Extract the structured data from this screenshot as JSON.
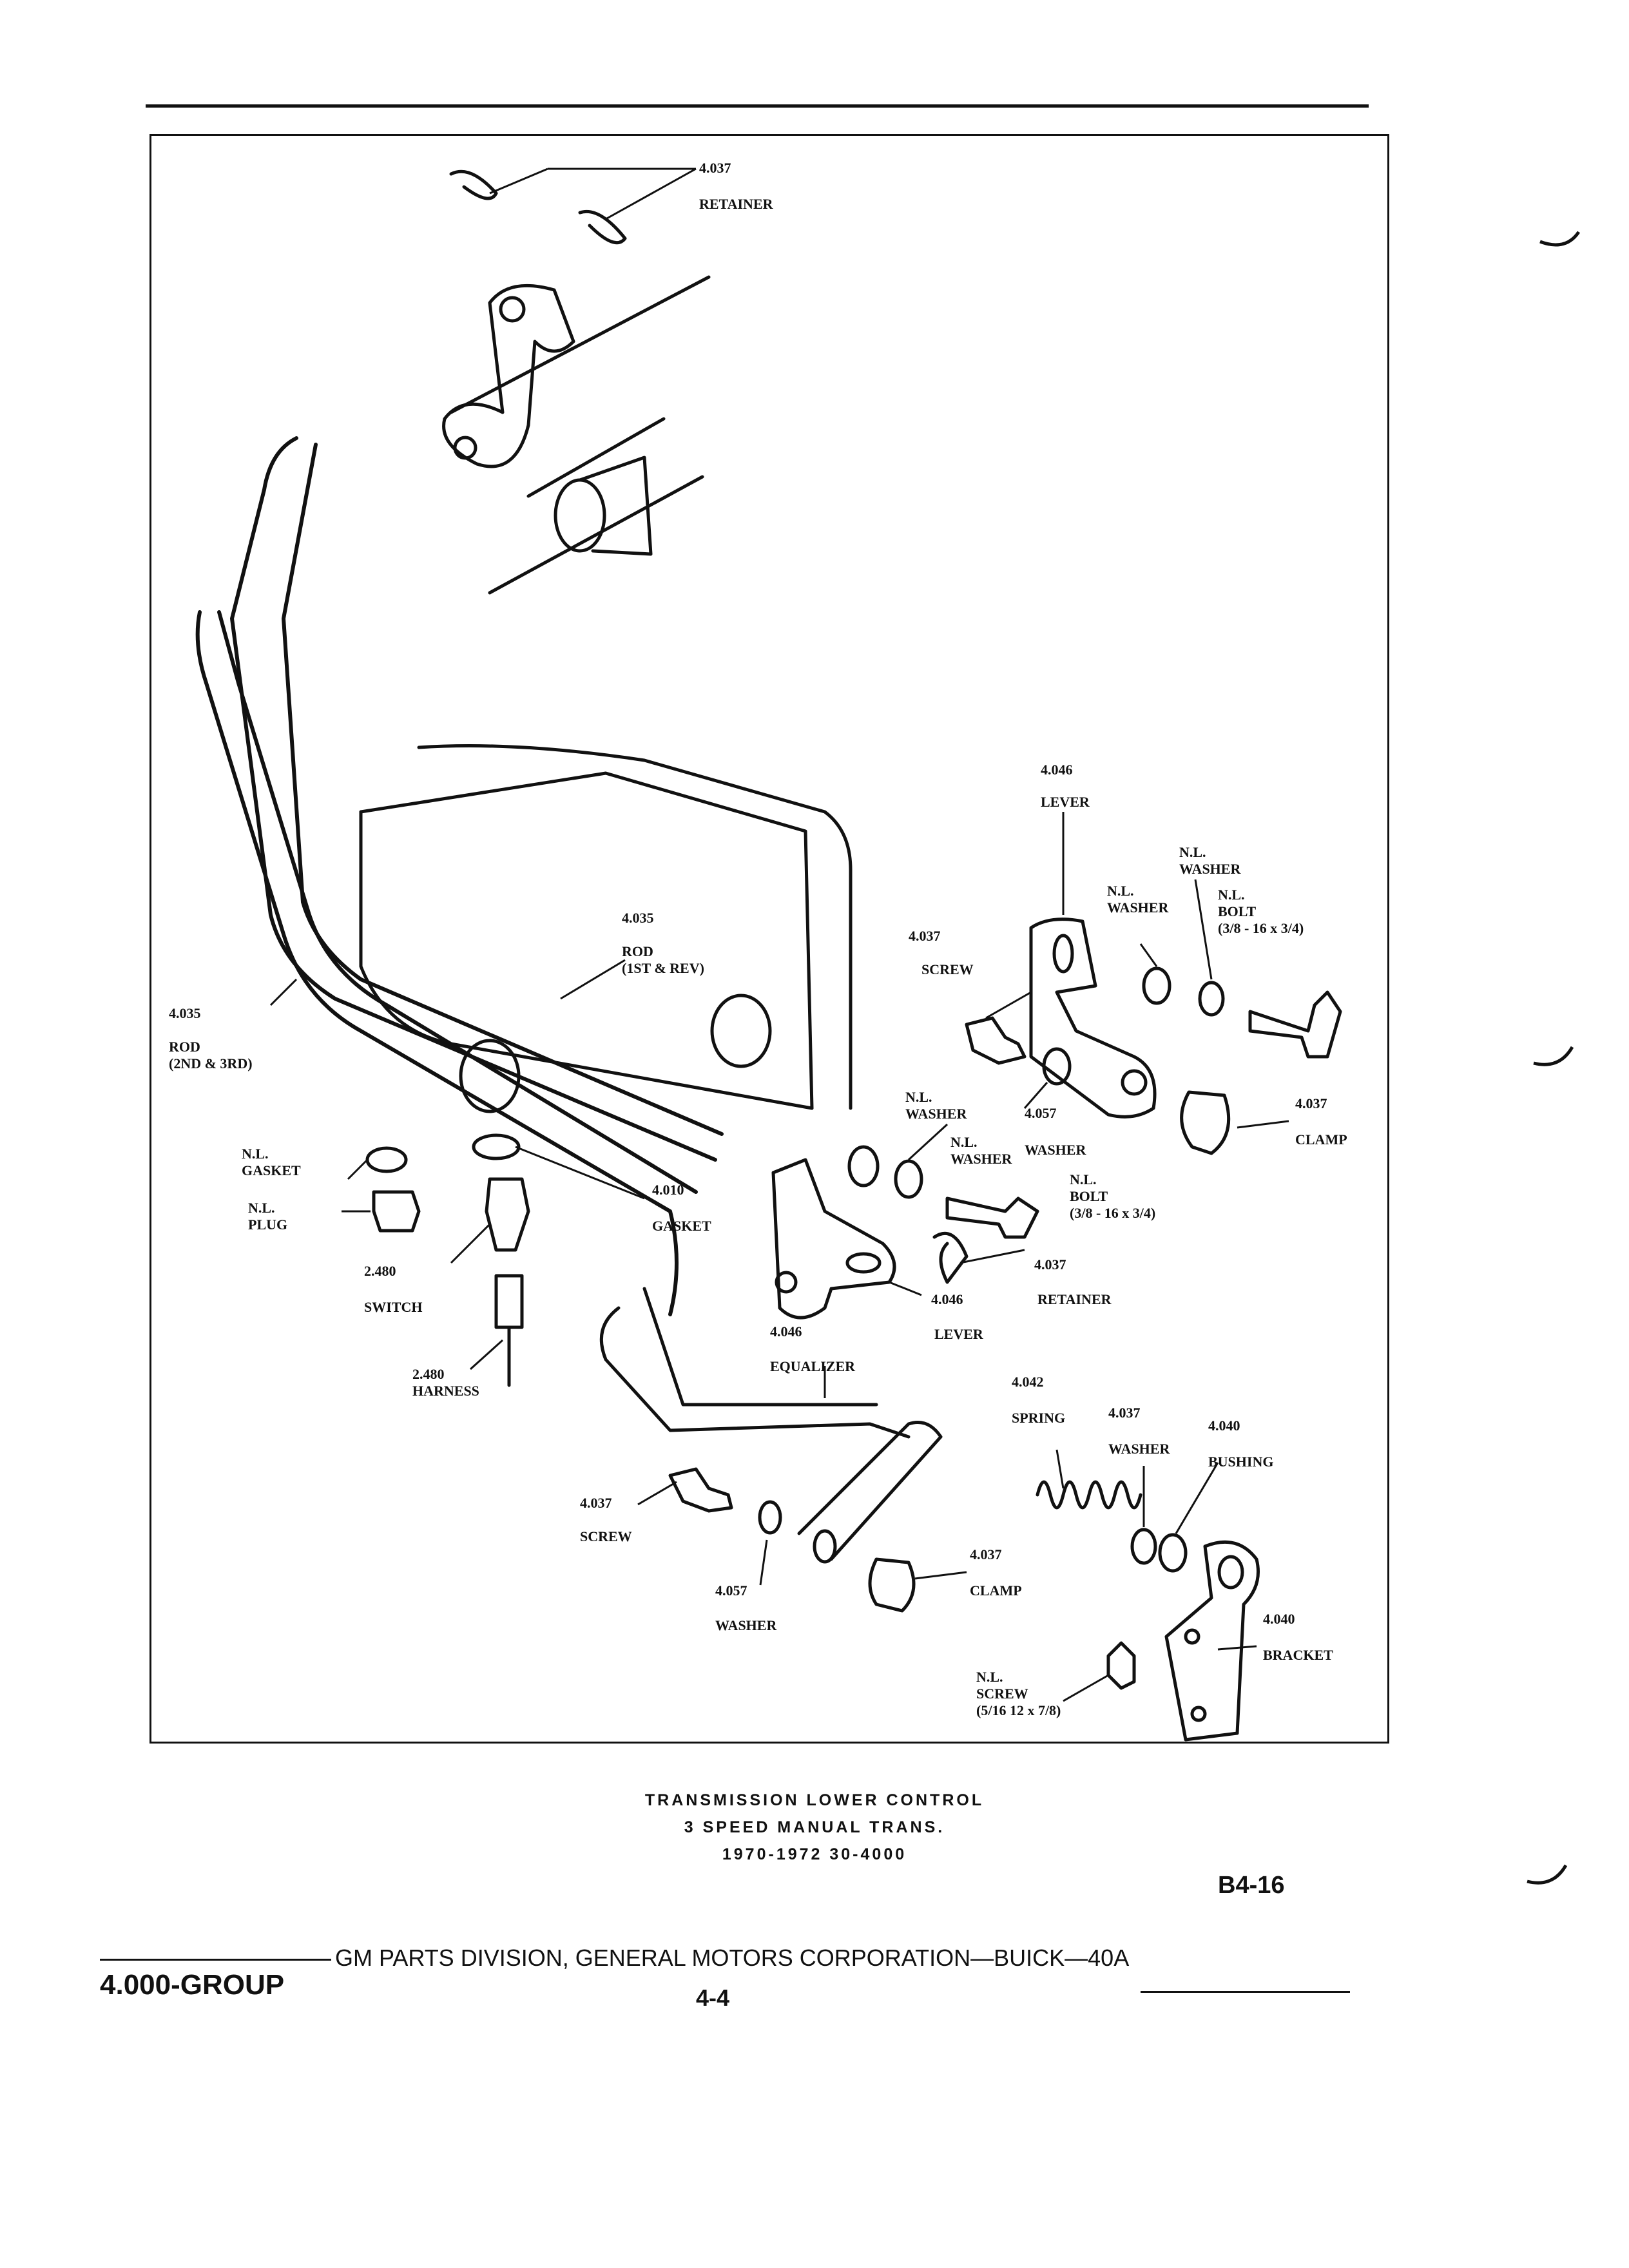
{
  "diagram": {
    "labels": {
      "retainer_top_num": "4.037",
      "retainer_top": "RETAINER",
      "lever_top_num": "4.046",
      "lever_top": "LEVER",
      "nl_washer_right1": "N.L.",
      "nl_washer_right1b": "WASHER",
      "nl_washer_right2": "N.L.",
      "nl_washer_right2b": "WASHER",
      "nl_bolt_right": "N.L.",
      "nl_bolt_right_b": "BOLT",
      "nl_bolt_right_size": "(3/8 - 16 x 3/4)",
      "screw_upper_num": "4.037",
      "screw_upper": "SCREW",
      "rod_1st_num": "4.035",
      "rod_1st": "ROD",
      "rod_1st_b": "(1ST & REV)",
      "rod_2nd_num": "4.035",
      "rod_2nd": "ROD",
      "rod_2nd_b": "(2ND & 3RD)",
      "clamp_upper_num": "4.037",
      "clamp_upper": "CLAMP",
      "washer_057_upper_num": "4.057",
      "washer_057_upper": "WASHER",
      "nl_washer_mid": "N.L.",
      "nl_washer_mid_b": "WASHER",
      "nl_washer_mid2": "N.L.",
      "nl_washer_mid2_b": "WASHER",
      "nl_bolt_mid": "N.L.",
      "nl_bolt_mid_b": "BOLT",
      "nl_bolt_mid_size": "(3/8 - 16 x 3/4)",
      "nl_gasket": "N.L.",
      "nl_gasket_b": "GASKET",
      "nl_plug": "N.L.",
      "nl_plug_b": "PLUG",
      "gasket_num": "4.010",
      "gasket": "GASKET",
      "switch_num": "2.480",
      "switch": "SWITCH",
      "harness_num": "2.480",
      "harness": "HARNESS",
      "retainer_mid_num": "4.037",
      "retainer_mid": "RETAINER",
      "lever_mid_num": "4.046",
      "lever_mid": "LEVER",
      "lever_left_num": "4.046",
      "equalizer": "EQUALIZER",
      "spring_num": "4.042",
      "spring": "SPRING",
      "washer_037_num": "4.037",
      "washer_037": "WASHER",
      "bushing_num": "4.040",
      "bushing": "BUSHING",
      "screw_lower_num": "4.037",
      "screw_lower": "SCREW",
      "clamp_lower_num": "4.037",
      "clamp_lower": "CLAMP",
      "washer_057_lower_num": "4.057",
      "washer_057_lower": "WASHER",
      "bracket_num": "4.040",
      "bracket": "BRACKET",
      "nl_screw": "N.L.",
      "nl_screw_b": "SCREW",
      "nl_screw_size": "(5/16  12 x 7/8)"
    }
  },
  "caption": {
    "line1": "TRANSMISSION LOWER CONTROL",
    "line2": "3 SPEED MANUAL TRANS.",
    "line3": "1970-1972 30-4000"
  },
  "figure_code": "B4-16",
  "footer": {
    "group": "4.000-GROUP",
    "publisher": "GM PARTS DIVISION, GENERAL MOTORS CORPORATION—BUICK—40A",
    "page": "4-4"
  }
}
